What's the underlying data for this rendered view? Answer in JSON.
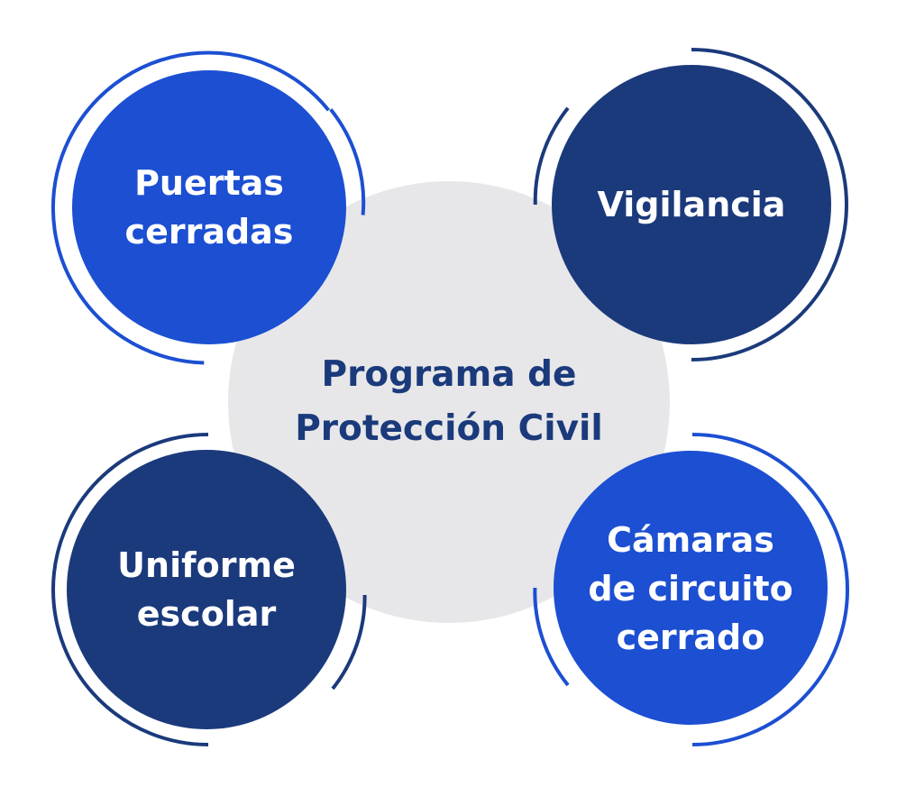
{
  "colors": {
    "bright_blue": "#1c4fd2",
    "navy_blue": "#1b3a7c",
    "center_gray": "#e7e7e9",
    "center_text": "#1b3a7c",
    "node_text": "#ffffff"
  },
  "center": {
    "label": "Programa de\nProtección Civil"
  },
  "nodes": [
    {
      "id": "puertas-cerradas",
      "label": "Puertas\ncerradas",
      "color": "bright_blue"
    },
    {
      "id": "vigilancia",
      "label": "Vigilancia",
      "color": "navy_blue"
    },
    {
      "id": "uniforme-escolar",
      "label": "Uniforme\nescolar",
      "color": "navy_blue"
    },
    {
      "id": "camaras-circuito-cerrado",
      "label": "Cámaras\nde circuito\ncerrado",
      "color": "bright_blue"
    }
  ]
}
